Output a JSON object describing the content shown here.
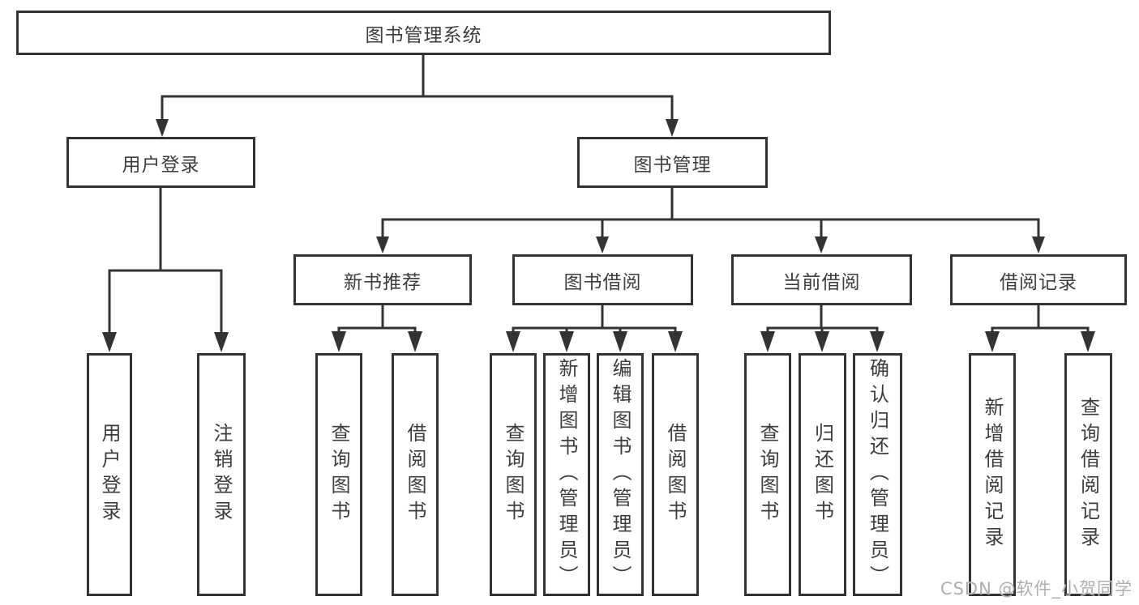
{
  "colors": {
    "line": "#333333",
    "box_border": "#333333",
    "text": "#3d3d3d",
    "background": "#ffffff",
    "watermark": "#aeaeae"
  },
  "tree": {
    "root": {
      "label": "图书管理系统"
    },
    "branches": [
      {
        "label": "用户登录",
        "children": [
          {
            "label": "用户登录"
          },
          {
            "label": "注销登录"
          }
        ]
      },
      {
        "label": "图书管理",
        "children": [
          {
            "label": "新书推荐",
            "children": [
              {
                "label": "查询图书"
              },
              {
                "label": "借阅图书"
              }
            ]
          },
          {
            "label": "图书借阅",
            "children": [
              {
                "label": "查询图书"
              },
              {
                "label": "新增图书（管理员）"
              },
              {
                "label": "编辑图书（管理员）"
              },
              {
                "label": "借阅图书"
              }
            ]
          },
          {
            "label": "当前借阅",
            "children": [
              {
                "label": "查询图书"
              },
              {
                "label": "归还图书"
              },
              {
                "label": "确认归还（管理员）"
              }
            ]
          },
          {
            "label": "借阅记录",
            "children": [
              {
                "label": "新增借阅记录"
              },
              {
                "label": "查询借阅记录"
              }
            ]
          }
        ]
      }
    ]
  },
  "watermark": {
    "text": "CSDN @软件_小贺同学"
  }
}
